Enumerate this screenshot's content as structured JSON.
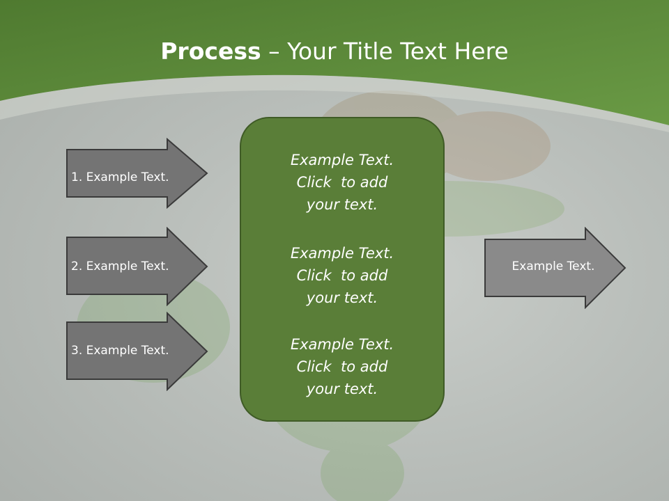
{
  "slide": {
    "title_bold": "Process",
    "title_rest": " – Your Title Text Here"
  },
  "colors": {
    "header_green": "#5a8a37",
    "center_box_fill": "#5a7e38",
    "arrow_fill": "#747474",
    "arrow_stroke": "#3a3a3a",
    "text": "#ffffff"
  },
  "left_arrows": [
    {
      "label": "1. Example Text."
    },
    {
      "label": "2. Example Text."
    },
    {
      "label": "3. Example Text."
    }
  ],
  "center_box": {
    "items": [
      {
        "text": "Example Text.\nClick  to add\nyour text."
      },
      {
        "text": "Example Text.\nClick  to add\nyour text."
      },
      {
        "text": "Example Text.\nClick  to add\nyour text."
      }
    ]
  },
  "right_arrow": {
    "label": "Example Text."
  }
}
